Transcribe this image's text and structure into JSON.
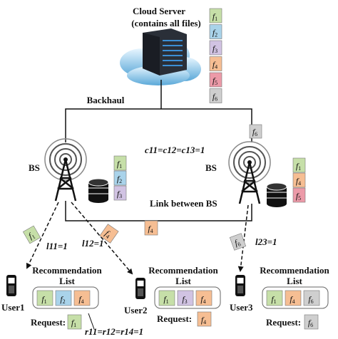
{
  "server": {
    "title": "Cloud Server",
    "subtitle": "(contains all files)"
  },
  "labels": {
    "backhaul": "Backhaul",
    "bs_left": "BS",
    "bs_right": "BS",
    "link": "Link between BS",
    "c_eq": "c11=c12=c13=1",
    "l11": "l11=1",
    "l12": "l12=1",
    "l23": "l23=1",
    "r_eq": "r11=r12=r14=1",
    "recommendation": "Recommendation",
    "list": "List",
    "request": "Request:"
  },
  "files": {
    "f1": {
      "label": "f",
      "sub": "1",
      "color": "#c6dfa8"
    },
    "f2": {
      "label": "f",
      "sub": "2",
      "color": "#a9d3ea"
    },
    "f3": {
      "label": "f",
      "sub": "3",
      "color": "#d1c3e3"
    },
    "f4": {
      "label": "f",
      "sub": "4",
      "color": "#f6be93"
    },
    "f5": {
      "label": "f",
      "sub": "5",
      "color": "#ec9aa8"
    },
    "f6": {
      "label": "f",
      "sub": "6",
      "color": "#cfcfcf"
    }
  },
  "server_files": [
    "f1",
    "f2",
    "f3",
    "f4",
    "f5",
    "f6"
  ],
  "bs1_cache": [
    "f1",
    "f2",
    "f3"
  ],
  "bs2_cache": [
    "f1",
    "f4",
    "f5"
  ],
  "backhaul_file": "f6",
  "link_file": "f4",
  "users": [
    {
      "name": "User1",
      "list": [
        "f1",
        "f2",
        "f4"
      ],
      "request": "f1",
      "arrow_file": "f1"
    },
    {
      "name": "User2",
      "list": [
        "f1",
        "f3",
        "f4"
      ],
      "request": "f4",
      "arrow_file": "f4"
    },
    {
      "name": "User3",
      "list": [
        "f1",
        "f4",
        "f6"
      ],
      "request": "f6",
      "arrow_file": "f6"
    }
  ],
  "icons": [
    "cloud-server-icon",
    "tower-icon",
    "database-icon",
    "phone-icon"
  ]
}
